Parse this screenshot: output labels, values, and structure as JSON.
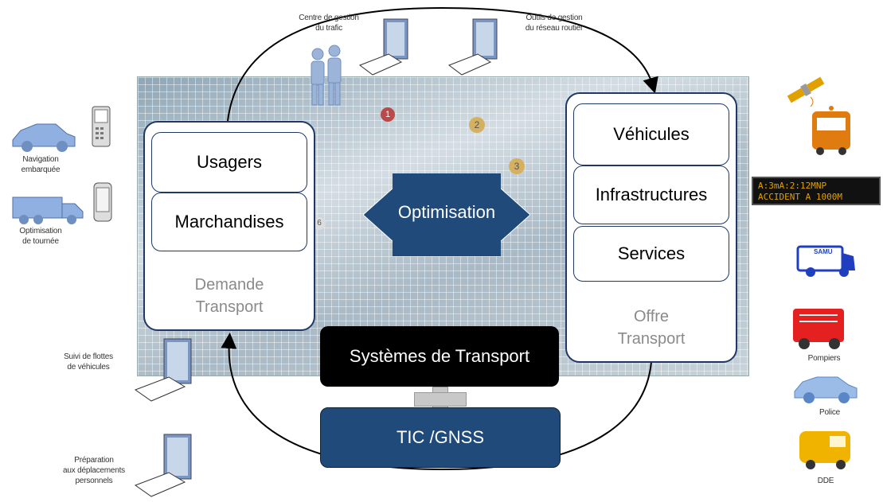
{
  "demand": {
    "items": [
      "Usagers",
      "Marchandises"
    ],
    "caption_line1": "Demande",
    "caption_line2": "Transport"
  },
  "offer": {
    "items": [
      "Véhicules",
      "Infrastructures",
      "Services"
    ],
    "caption_line1": "Offre",
    "caption_line2": "Transport"
  },
  "center": {
    "optimisation": "Optimisation",
    "systems": "Systèmes de Transport",
    "tic": "TIC /GNSS"
  },
  "top_labels": {
    "traffic_center_line1": "Centre de gestion",
    "traffic_center_line2": "du trafic",
    "road_tools_line1": "Outils de gestion",
    "road_tools_line2": "du réseau routier"
  },
  "left_labels": {
    "navigation_line1": "Navigation",
    "navigation_line2": "embarquée",
    "routing_line1": "Optimisation",
    "routing_line2": "de tournée",
    "fleet_line1": "Suivi de flottes",
    "fleet_line2": "de véhicules",
    "prep_line1": "Préparation",
    "prep_line2": "aux déplacements",
    "prep_line3": "personnels"
  },
  "right_labels": {
    "sign_line1": "A:3mA:2:12MNP",
    "sign_line2": "ACCIDENT A 1000M",
    "samu": "SAMU",
    "firefighters": "Pompiers",
    "police": "Police",
    "dde": "DDE"
  },
  "scene_markers": [
    "1",
    "2",
    "3",
    "6"
  ],
  "colors": {
    "dark_blue": "#1f4a7a",
    "navy": "#1f3864",
    "grey_text": "#8a8a8a",
    "bus_orange": "#e07b10",
    "samu_blue": "#1f3fc0",
    "fire_red": "#e52020",
    "police_blue": "#5a86c8",
    "dde_yellow": "#f0b400"
  }
}
